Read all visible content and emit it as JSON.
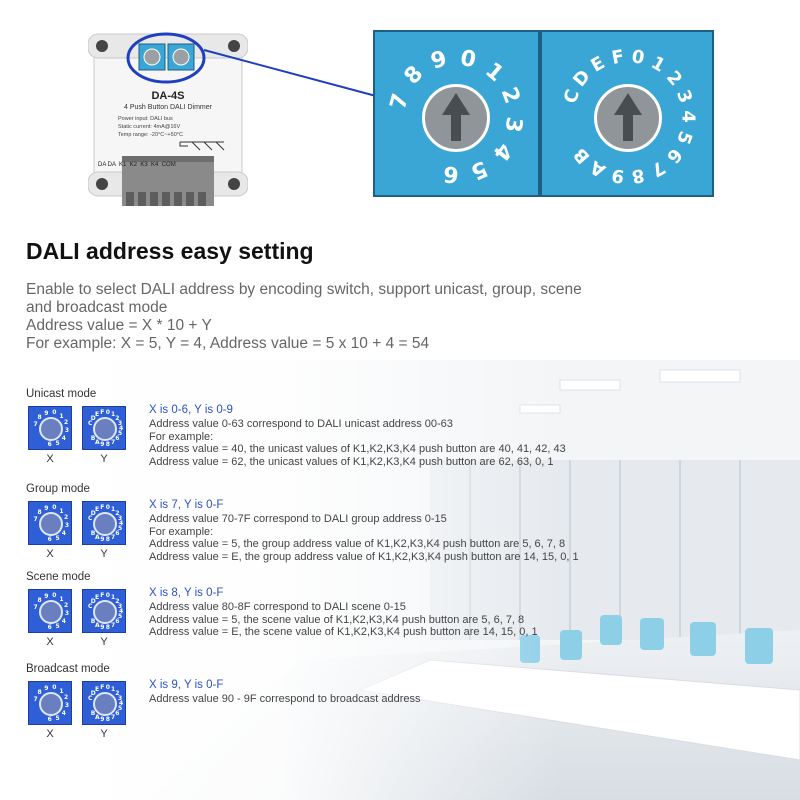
{
  "device": {
    "model": "DA-4S",
    "subtitle": "4 Push Button DALI Dimmer",
    "spec1": "Power input: DALI bus",
    "spec2": "Static current: 4mA@16V",
    "spec3": "Temp range: -20°C~+50°C",
    "terminals": "DA DA  K1  K2  K3  K4  COM"
  },
  "switch_x_digits": [
    "7",
    "8",
    "9",
    "0",
    "1",
    "2",
    "3",
    "4",
    "5",
    "6"
  ],
  "switch_y_digits": [
    "C",
    "D",
    "E",
    "F",
    "0",
    "1",
    "2",
    "3",
    "4",
    "5",
    "6",
    "7",
    "8",
    "9",
    "A",
    "B"
  ],
  "heading": "DALI address easy setting",
  "intro": {
    "line1": "Enable to select DALI address by encoding switch, support unicast, group, scene",
    "line2": "and broadcast mode",
    "line3": "Address value = X * 10 + Y",
    "line4": "For example: X = 5, Y = 4, Address value = 5 x 10 + 4 = 54"
  },
  "labels": {
    "x": "X",
    "y": "Y"
  },
  "modes": [
    {
      "title": "Unicast mode",
      "head": "X is 0-6, Y is 0-9",
      "lines": [
        "Address value 0-63 correspond to DALI unicast address 00-63",
        "For example:",
        "Address value = 40, the unicast values of K1,K2,K3,K4 push button are 40, 41, 42, 43",
        "Address value = 62, the unicast values of K1,K2,K3,K4 push button are 62, 63, 0, 1"
      ]
    },
    {
      "title": "Group mode",
      "head": "X is 7, Y is 0-F",
      "lines": [
        "Address value 70-7F correspond to DALI group address 0-15",
        "For example:",
        "Address value = 5, the group address value of K1,K2,K3,K4 push button are 5, 6, 7, 8",
        "Address value = E, the group address value of K1,K2,K3,K4 push button are 14, 15, 0, 1"
      ]
    },
    {
      "title": "Scene mode",
      "head": "X is 8, Y is 0-F",
      "lines": [
        "Address value 80-8F correspond to DALI scene 0-15",
        "Address value = 5, the scene value of K1,K2,K3,K4 push button are 5, 6, 7, 8",
        "Address value = E, the scene value of K1,K2,K3,K4 push button are 14, 15, 0, 1"
      ]
    },
    {
      "title": "Broadcast mode",
      "head": "X is 9, Y is 0-F",
      "lines": [
        "Address value 90 - 9F correspond to broadcast address"
      ]
    }
  ]
}
